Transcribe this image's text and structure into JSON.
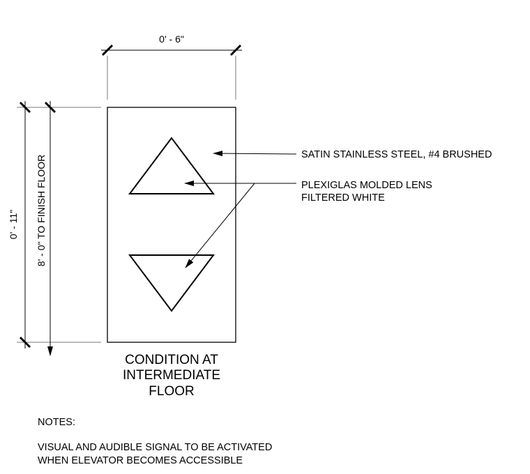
{
  "dimensions": {
    "width_label": "0' - 6\"",
    "height_label": "0' - 11\"",
    "mount_label": "8' - 0\" TO FINISH FLOOR"
  },
  "callouts": {
    "steel": "SATIN STAINLESS STEEL, #4 BRUSHED",
    "lens_line1": "PLEXIGLAS MOLDED LENS",
    "lens_line2": "FILTERED WHITE"
  },
  "condition": {
    "line1": "CONDITION AT",
    "line2": "INTERMEDIATE",
    "line3": "FLOOR"
  },
  "notes": {
    "heading": "NOTES:",
    "line1": "VISUAL AND AUDIBLE SIGNAL TO BE ACTIVATED",
    "line2": "WHEN ELEVATOR BECOMES ACCESSIBLE"
  }
}
